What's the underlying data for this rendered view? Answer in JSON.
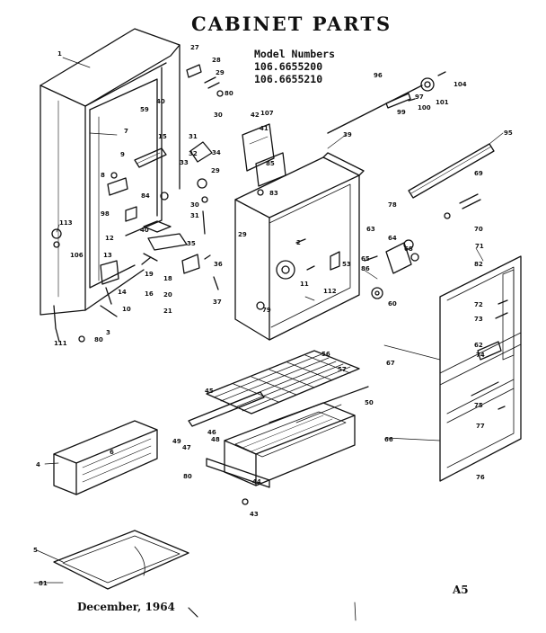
{
  "header": {
    "title": "CABINET PARTS",
    "model_heading": "Model Numbers",
    "models": [
      "106.6655200",
      "106.6655210"
    ]
  },
  "footer": {
    "date": "December, 1964",
    "page": "A5"
  },
  "callouts": [
    {
      "id": "c1",
      "text": "1"
    },
    {
      "id": "c2",
      "text": "2"
    },
    {
      "id": "c3",
      "text": "3"
    },
    {
      "id": "c4",
      "text": "4"
    },
    {
      "id": "c5",
      "text": "5"
    },
    {
      "id": "c6",
      "text": "6"
    },
    {
      "id": "c7",
      "text": "7"
    },
    {
      "id": "c8",
      "text": "8"
    },
    {
      "id": "c9",
      "text": "9"
    },
    {
      "id": "c10",
      "text": "10"
    },
    {
      "id": "c11",
      "text": "11"
    },
    {
      "id": "c12",
      "text": "12"
    },
    {
      "id": "c13",
      "text": "13"
    },
    {
      "id": "c14",
      "text": "14"
    },
    {
      "id": "c15",
      "text": "15"
    },
    {
      "id": "c16",
      "text": "16"
    },
    {
      "id": "c18",
      "text": "18"
    },
    {
      "id": "c19",
      "text": "19"
    },
    {
      "id": "c20",
      "text": "20"
    },
    {
      "id": "c21",
      "text": "21"
    },
    {
      "id": "c27",
      "text": "27"
    },
    {
      "id": "c28",
      "text": "28"
    },
    {
      "id": "c29a",
      "text": "29"
    },
    {
      "id": "c29b",
      "text": "29"
    },
    {
      "id": "c29c",
      "text": "29"
    },
    {
      "id": "c30a",
      "text": "30"
    },
    {
      "id": "c30b",
      "text": "30"
    },
    {
      "id": "c31a",
      "text": "31"
    },
    {
      "id": "c31b",
      "text": "31"
    },
    {
      "id": "c32",
      "text": "32"
    },
    {
      "id": "c33",
      "text": "33"
    },
    {
      "id": "c34",
      "text": "34"
    },
    {
      "id": "c35",
      "text": "35"
    },
    {
      "id": "c36",
      "text": "36"
    },
    {
      "id": "c37",
      "text": "37"
    },
    {
      "id": "c39",
      "text": "39"
    },
    {
      "id": "c40a",
      "text": "40"
    },
    {
      "id": "c40b",
      "text": "40"
    },
    {
      "id": "c41",
      "text": "41"
    },
    {
      "id": "c42",
      "text": "42"
    },
    {
      "id": "c43",
      "text": "43"
    },
    {
      "id": "c44",
      "text": "44"
    },
    {
      "id": "c45",
      "text": "45"
    },
    {
      "id": "c46",
      "text": "46"
    },
    {
      "id": "c47",
      "text": "47"
    },
    {
      "id": "c48",
      "text": "48"
    },
    {
      "id": "c49",
      "text": "49"
    },
    {
      "id": "c50",
      "text": "50"
    },
    {
      "id": "c53",
      "text": "53"
    },
    {
      "id": "c56",
      "text": "56"
    },
    {
      "id": "c57",
      "text": "57"
    },
    {
      "id": "c59",
      "text": "59"
    },
    {
      "id": "c60",
      "text": "60"
    },
    {
      "id": "c62",
      "text": "62"
    },
    {
      "id": "c63",
      "text": "63"
    },
    {
      "id": "c64",
      "text": "64"
    },
    {
      "id": "c65",
      "text": "65"
    },
    {
      "id": "c66",
      "text": "66"
    },
    {
      "id": "c67",
      "text": "67"
    },
    {
      "id": "c68",
      "text": "68"
    },
    {
      "id": "c69",
      "text": "69"
    },
    {
      "id": "c70",
      "text": "70"
    },
    {
      "id": "c71",
      "text": "71"
    },
    {
      "id": "c72",
      "text": "72"
    },
    {
      "id": "c73",
      "text": "73"
    },
    {
      "id": "c74",
      "text": "74"
    },
    {
      "id": "c75",
      "text": "75"
    },
    {
      "id": "c76",
      "text": "76"
    },
    {
      "id": "c77",
      "text": "77"
    },
    {
      "id": "c78",
      "text": "78"
    },
    {
      "id": "c79",
      "text": "79"
    },
    {
      "id": "c80a",
      "text": "80"
    },
    {
      "id": "c80b",
      "text": "80"
    },
    {
      "id": "c80c",
      "text": "80"
    },
    {
      "id": "c81",
      "text": "81"
    },
    {
      "id": "c82",
      "text": "82"
    },
    {
      "id": "c83",
      "text": "83"
    },
    {
      "id": "c84",
      "text": "84"
    },
    {
      "id": "c85",
      "text": "85"
    },
    {
      "id": "c86",
      "text": "86"
    },
    {
      "id": "c95",
      "text": "95"
    },
    {
      "id": "c96",
      "text": "96"
    },
    {
      "id": "c97",
      "text": "97"
    },
    {
      "id": "c98",
      "text": "98"
    },
    {
      "id": "c99",
      "text": "99"
    },
    {
      "id": "c100",
      "text": "100"
    },
    {
      "id": "c101",
      "text": "101"
    },
    {
      "id": "c104",
      "text": "104"
    },
    {
      "id": "c106",
      "text": "106"
    },
    {
      "id": "c107",
      "text": "107"
    },
    {
      "id": "c111",
      "text": "111"
    },
    {
      "id": "c112",
      "text": "112"
    },
    {
      "id": "c113",
      "text": "113"
    }
  ]
}
